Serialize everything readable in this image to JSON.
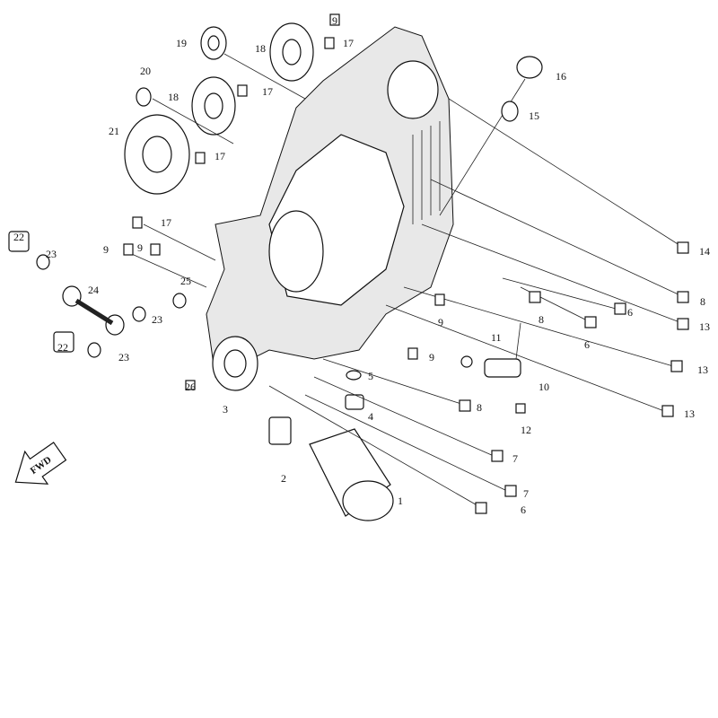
{
  "diagram": {
    "type": "exploded-parts-diagram",
    "direction_label": "FWD",
    "callouts": [
      "9",
      "19",
      "18",
      "17",
      "16",
      "20",
      "18",
      "17",
      "15",
      "21",
      "17",
      "17",
      "22",
      "9",
      "9",
      "23",
      "14",
      "25",
      "24",
      "8",
      "6",
      "8",
      "9",
      "23",
      "13",
      "6",
      "22",
      "23",
      "9",
      "11",
      "13",
      "5",
      "26",
      "10",
      "3",
      "4",
      "8",
      "13",
      "12",
      "2",
      "7",
      "7",
      "1",
      "6"
    ]
  }
}
